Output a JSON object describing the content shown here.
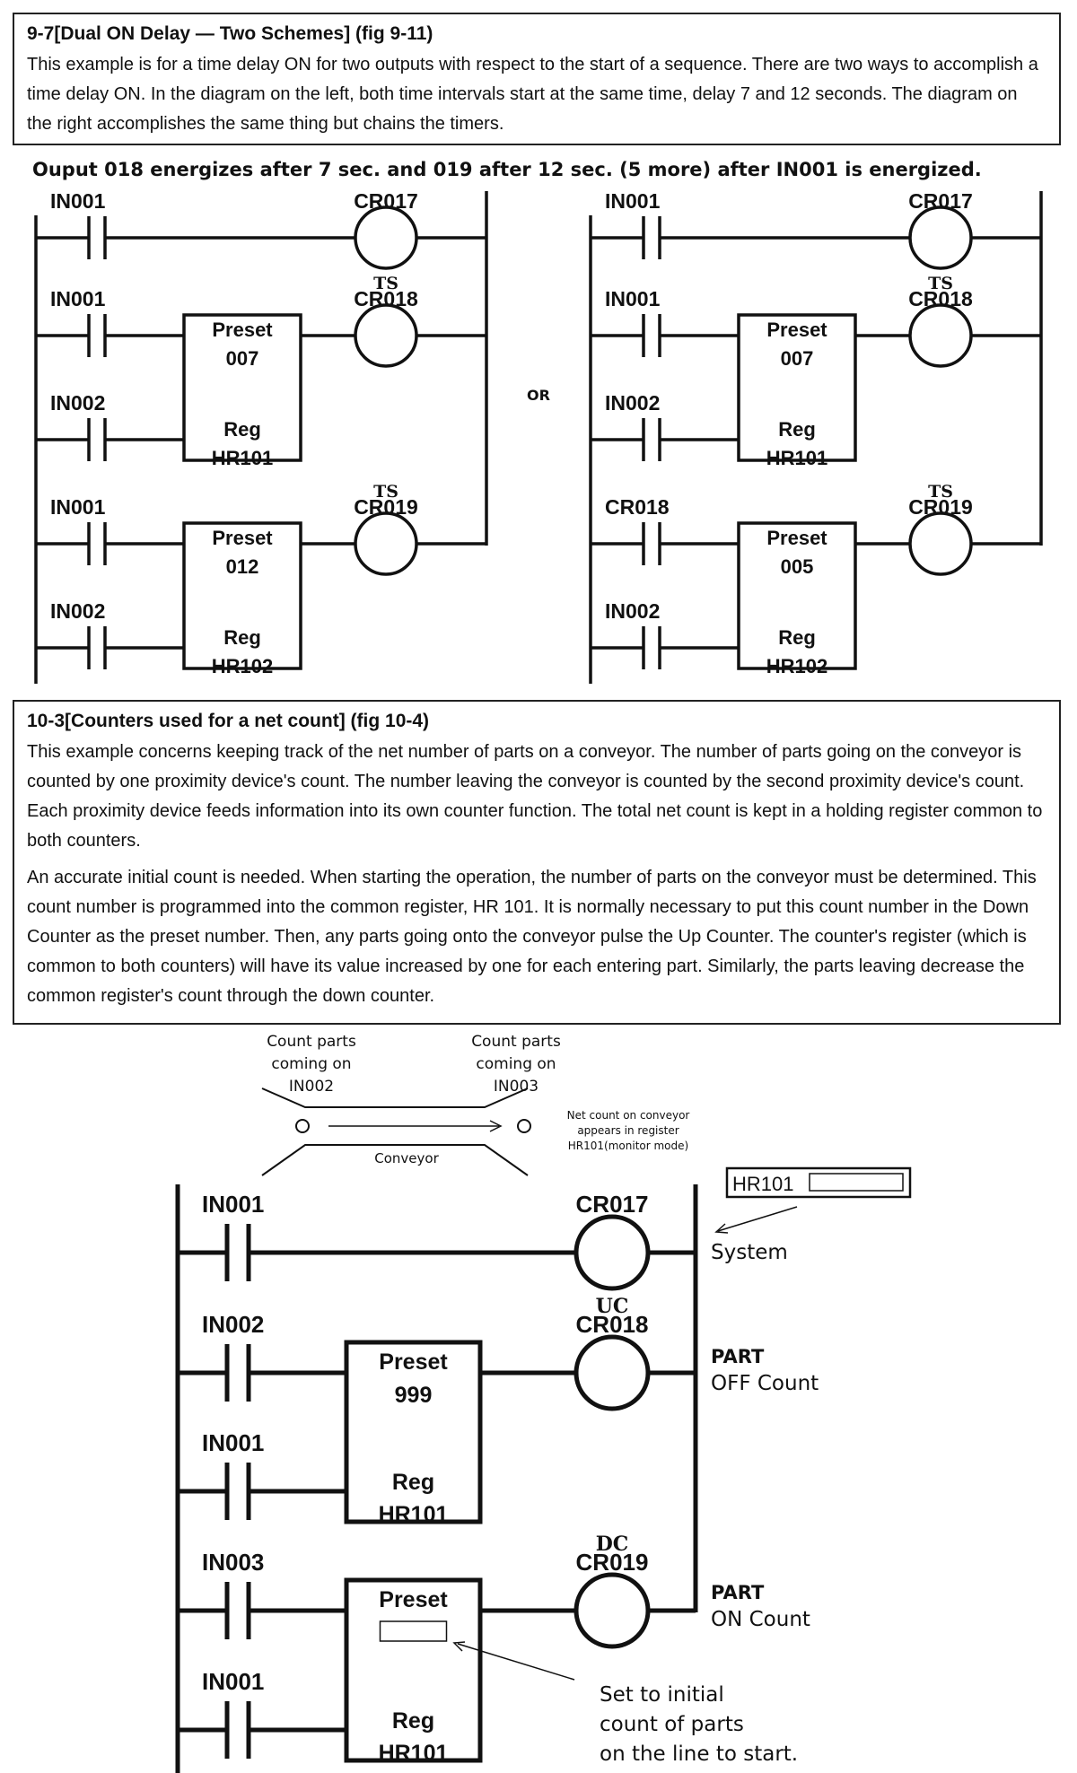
{
  "section1": {
    "title": "9-7[Dual ON Delay — Two Schemes] (fig 9-11)",
    "body": "This example is for a time delay ON for two outputs with respect to the start of a sequence. There are two ways to accomplish a time delay ON. In the diagram on the left, both time intervals start at the same time, delay 7 and 12 seconds. The diagram on the right accomplishes the same thing but chains the timers."
  },
  "fig1": {
    "caption": "Ouput 018 energizes after 7 sec. and 019 after 12 sec. (5 more) after IN001 is energized.",
    "or_label": "OR",
    "left": {
      "rung1": {
        "contact": "IN001",
        "coil": "CR017"
      },
      "rung2": {
        "contact_a": "IN001",
        "contact_b": "IN002",
        "preset_label": "Preset",
        "preset": "007",
        "reg_label": "Reg",
        "reg": "HR101",
        "coil_type": "TS",
        "coil": "CR018"
      },
      "rung3": {
        "contact_a": "IN001",
        "contact_b": "IN002",
        "preset_label": "Preset",
        "preset": "012",
        "reg_label": "Reg",
        "reg": "HR102",
        "coil_type": "TS",
        "coil": "CR019"
      }
    },
    "right": {
      "rung1": {
        "contact": "IN001",
        "coil": "CR017"
      },
      "rung2": {
        "contact_a": "IN001",
        "contact_b": "IN002",
        "preset_label": "Preset",
        "preset": "007",
        "reg_label": "Reg",
        "reg": "HR101",
        "coil_type": "TS",
        "coil": "CR018"
      },
      "rung3": {
        "contact_a": "CR018",
        "contact_b": "IN002",
        "preset_label": "Preset",
        "preset": "005",
        "reg_label": "Reg",
        "reg": "HR102",
        "coil_type": "TS",
        "coil": "CR019"
      }
    }
  },
  "section2": {
    "title": "10-3[Counters used for a net count] (fig 10-4)",
    "para1": "This example concerns keeping track of the net number of parts on a conveyor. The number of parts going on the conveyor is counted by one proximity device's count. The number leaving the conveyor is counted by the second proximity device's count. Each proximity device feeds information into its own counter function. The total net count is kept in a holding register common to both counters.",
    "para2": "An accurate initial count is needed. When starting the operation, the number of parts on the conveyor must be determined. This count number is programmed into the common register, HR 101. It is normally necessary to put this count number in the Down Counter as the preset number. Then, any parts going onto the conveyor pulse the Up Counter. The counter's register (which is common to both counters) will have its value increased by one for each entering part. Similarly, the parts leaving decrease the common register's count through the down counter."
  },
  "fig2": {
    "conveyor": {
      "left_label": [
        "Count parts",
        "coming on",
        "IN002"
      ],
      "right_label": [
        "Count parts",
        "coming on",
        "IN003"
      ],
      "name": "Conveyor",
      "net_note": [
        "Net count on conveyor",
        "appears in register",
        "HR101(monitor mode)"
      ]
    },
    "monitor_register": "HR101",
    "rung1": {
      "contact": "IN001",
      "coil": "CR017",
      "side_label": "System"
    },
    "rung2": {
      "contact_a": "IN002",
      "contact_b": "IN001",
      "preset_label": "Preset",
      "preset": "999",
      "reg_label": "Reg",
      "reg": "HR101",
      "coil_type": "UC",
      "coil": "CR018",
      "side_title": "PART",
      "side_sub": "OFF Count"
    },
    "rung3": {
      "contact_a": "IN003",
      "contact_b": "IN001",
      "preset_label": "Preset",
      "reg_label": "Reg",
      "reg": "HR101",
      "coil_type": "DC",
      "coil": "CR019",
      "side_title": "PART",
      "side_sub": "ON Count"
    },
    "note": [
      "Set to initial",
      "count of parts",
      "on the line to start."
    ]
  }
}
